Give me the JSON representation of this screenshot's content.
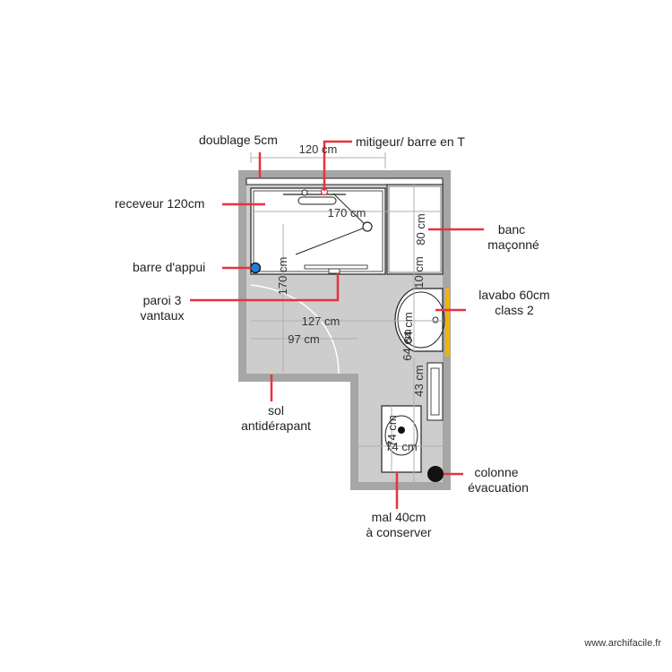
{
  "colors": {
    "wall": "#a6a6a6",
    "floor": "#cdcdcd",
    "fixture": "#ffffff",
    "dimension": "#b0b0b0",
    "callout": "#e8323c",
    "grab_bar": "#1e7fd8",
    "lavabo_class": "#f0b400",
    "outline": "#222222"
  },
  "icons": [
    "mixer-tap-icon",
    "grab-bar-icon",
    "drain-column-icon",
    "toilet-icon",
    "washbasin-icon",
    "shower-tray-icon"
  ],
  "labels": {
    "doublage": "doublage 5cm",
    "mitigeur": "mitigeur/ barre en T",
    "receveur": "receveur 120cm",
    "banc_line1": "banc",
    "banc_line2": "maçonné",
    "barre": "barre d'appui",
    "paroi_line1": "paroi 3",
    "paroi_line2": "vantaux",
    "lavabo_line1": "lavabo 60cm",
    "lavabo_line2": "class 2",
    "sol_line1": "sol",
    "sol_line2": "antidérapant",
    "colonne_line1": "colonne",
    "colonne_line2": "évacuation",
    "mal_line1": "mal 40cm",
    "mal_line2": "à conserver"
  },
  "dimensions": {
    "top_width": "120 cm",
    "shower_length": "170 cm",
    "shower_height": "170 cm",
    "bench": "80 cm",
    "right_top": "10 cm",
    "lavabo_height": "64 cm",
    "lavabo_width": "64 cm",
    "room_width": "127 cm",
    "door_width": "97 cm",
    "right_bottom": "43 cm",
    "toilet_height": "74 cm",
    "toilet_width": "74 cm"
  },
  "credit": "www.archifacile.fr"
}
